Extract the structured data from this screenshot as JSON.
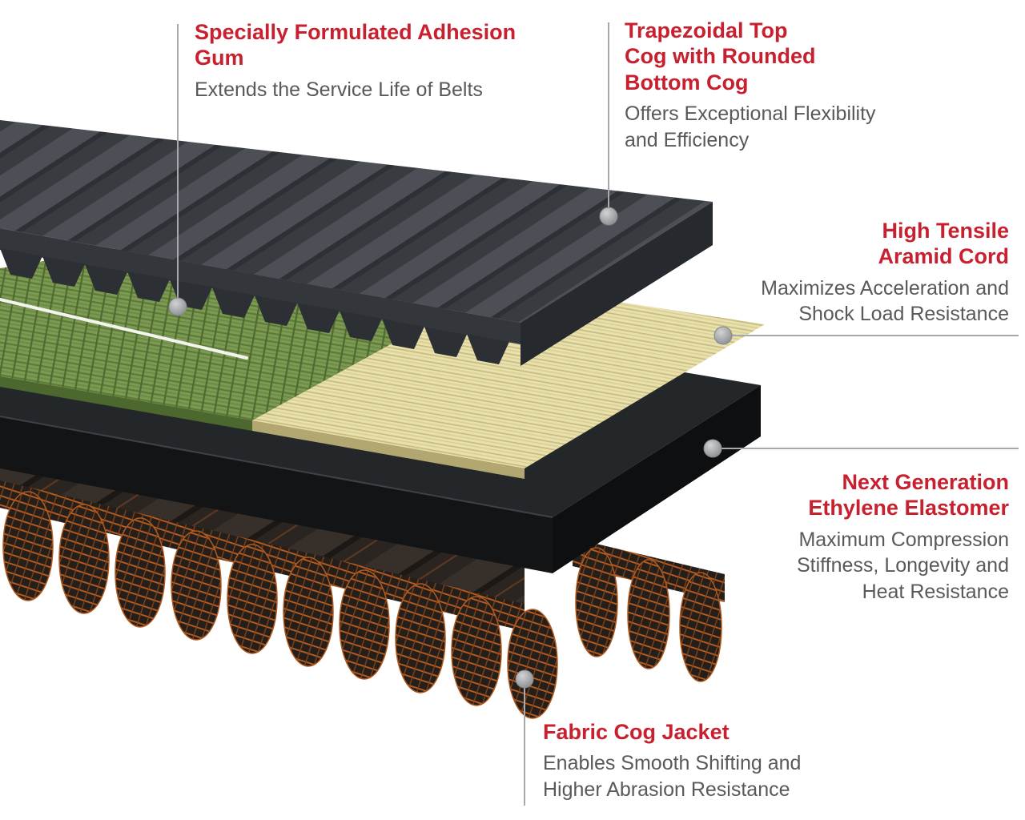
{
  "colors": {
    "heading-red": "#c8202e",
    "body-gray": "#58595b",
    "callout-line": "#a7a9ac",
    "callout-dot": "#97999c",
    "background": "#ffffff",
    "belt-gray": "#43464b",
    "adhesion-green": "#7d9a52",
    "cord-yellow": "#e9e1ad",
    "elastomer-black": "#1b1e20",
    "fabric-orange": "#bf5f1f"
  },
  "callouts": [
    {
      "id": "adhesion-gum",
      "title": "Specially Formulated Adhesion Gum",
      "body": "Extends the Service Life of Belts"
    },
    {
      "id": "top-cog",
      "title": "Trapezoidal Top Cog with Rounded Bottom Cog",
      "body": "Offers Exceptional Flexibility and Efficiency"
    },
    {
      "id": "aramid-cord",
      "title": "High Tensile Aramid Cord",
      "body": "Maximizes Acceleration and Shock Load Resistance"
    },
    {
      "id": "ethylene-elastomer",
      "title": "Next Generation Ethylene Elastomer",
      "body": "Maximum Compression Stiffness, Longevity and Heat Resistance"
    },
    {
      "id": "fabric-cog-jacket",
      "title": "Fabric Cog Jacket",
      "body": "Enables Smooth Shifting and Higher Abrasion Resistance"
    }
  ]
}
